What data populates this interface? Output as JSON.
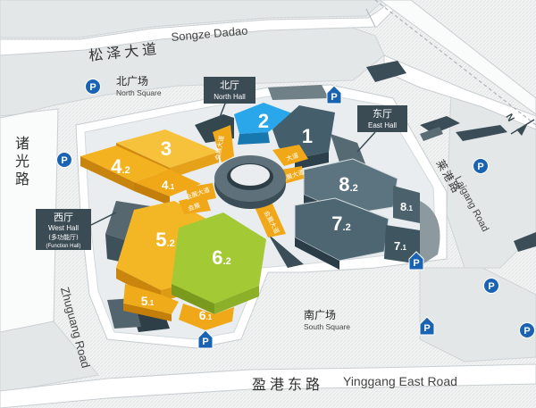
{
  "roads": {
    "songze_cn": "松泽大道",
    "songze_en": "Songze Dadao",
    "zhuguang_cn_1": "诸",
    "zhuguang_cn_2": "光",
    "zhuguang_cn_3": "路",
    "zhuguang_en": "Zhuguang Road",
    "laigang_cn": "莱港路",
    "laigang_en": "Laigang Road",
    "yinggang_cn": "盈港东路",
    "yinggang_en": "Yinggang East Road"
  },
  "squares": {
    "north_cn": "北广场",
    "north_en": "North Square",
    "south_cn": "南广场",
    "south_en": "South Square"
  },
  "hall_tags": {
    "north": {
      "cn": "北厅",
      "en": "North Hall"
    },
    "east": {
      "cn": "东厅",
      "en": "East Hall"
    },
    "west": {
      "cn": "西厅",
      "en": "West Hall",
      "extra": "(多功能厅)",
      "extra_en": "(Function Hall)"
    }
  },
  "halls": {
    "h1": "1",
    "h2": "2",
    "h3": "3",
    "h4_2": "4",
    "h4_2s": ".2",
    "h4_1": "4",
    "h4_1s": ".1",
    "h5_2": "5",
    "h5_2s": ".2",
    "h5_1": "5",
    "h5_1s": ".1",
    "h6_2": "6",
    "h6_2s": ".2",
    "h6_1": "6",
    "h6_1s": ".1",
    "h7_2": "7",
    "h7_2s": ".2",
    "h7_1": "7",
    "h7_1s": ".1",
    "h8_2": "8",
    "h8_2s": ".2",
    "h8_1": "8",
    "h8_1s": ".1"
  },
  "corridors": {
    "c_n": "会展大道",
    "c_e": "会展大道",
    "c_w": "会展大道",
    "c_s": "会展大道",
    "c_ne": "大道",
    "c_nw": "会展"
  },
  "compass": "N",
  "parking_label": "P",
  "colors": {
    "orange": "#f4b01c",
    "orange_dark": "#d98f12",
    "green": "#9cc52f",
    "blue": "#1e9be0",
    "slate": "#3e5866",
    "slate_dark": "#2c414c",
    "gray_hall": "#5e7079",
    "parking": "#1a63b2",
    "road_fill": "#ffffff",
    "ground": "#e5e8e9"
  }
}
